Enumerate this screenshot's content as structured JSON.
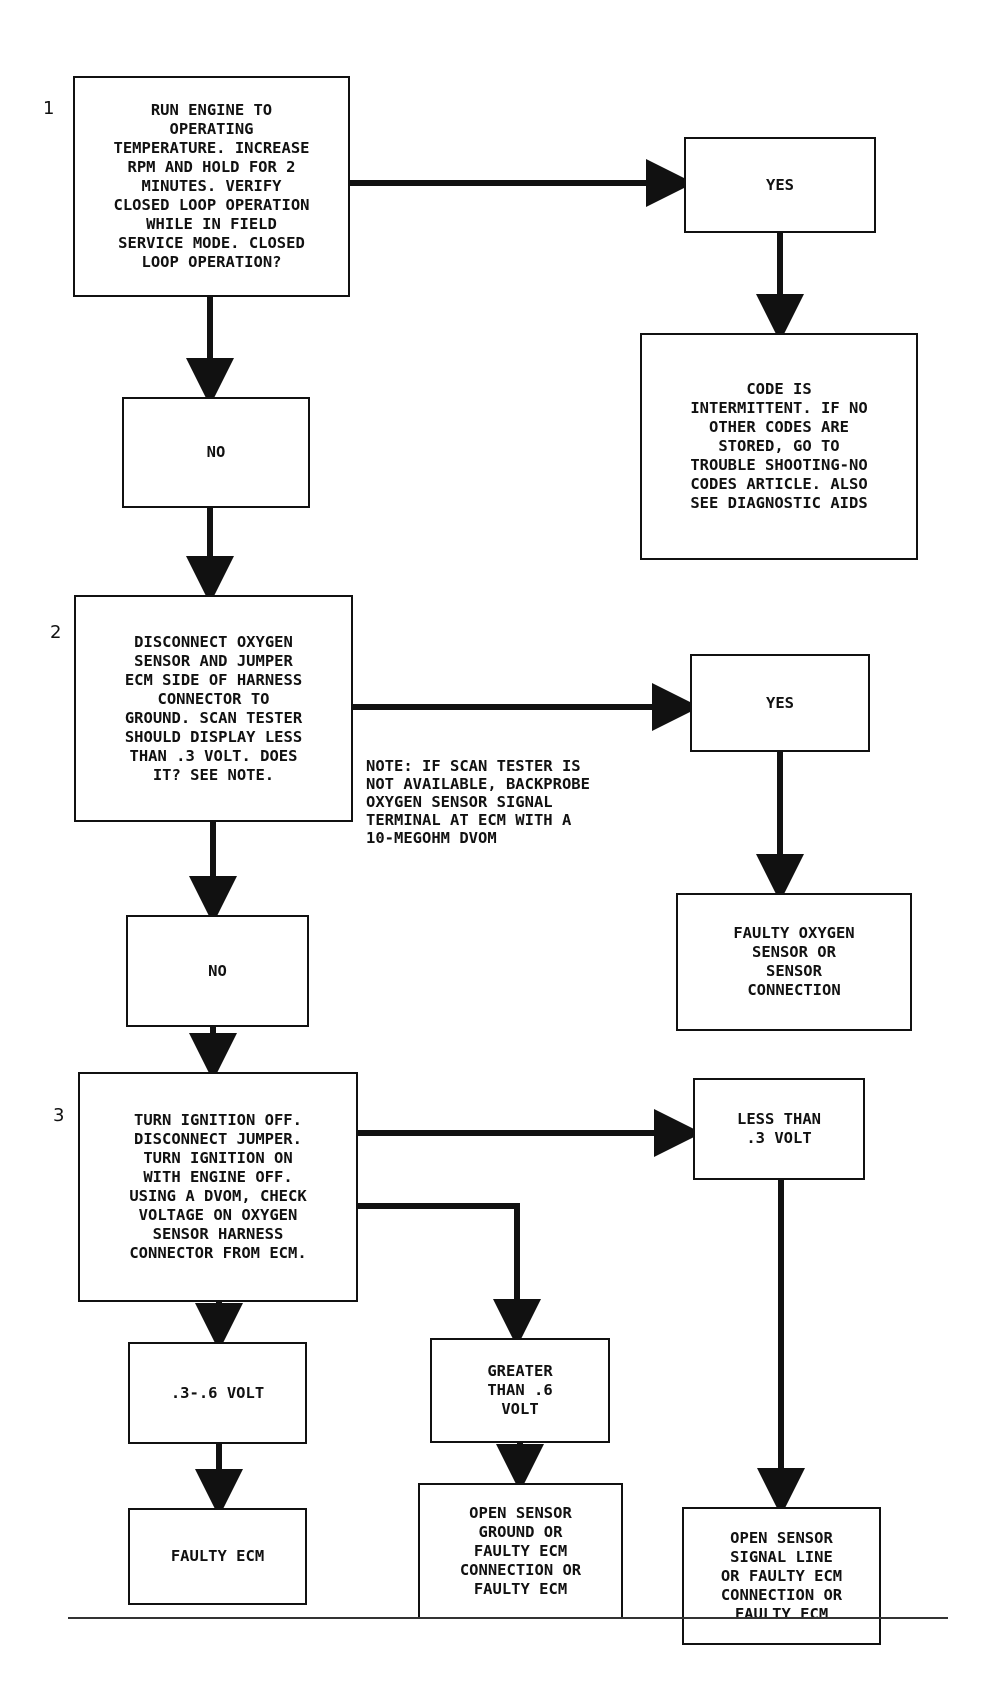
{
  "steps": {
    "step1": "1",
    "step2": "2",
    "step3": "3"
  },
  "nodes": {
    "q1": "RUN ENGINE TO\nOPERATING\nTEMPERATURE. INCREASE\nRPM AND HOLD FOR 2\nMINUTES. VERIFY\nCLOSED LOOP OPERATION\nWHILE IN FIELD\nSERVICE MODE. CLOSED\nLOOP OPERATION?",
    "yes1": "YES",
    "r1": "CODE IS\nINTERMITTENT. IF NO\nOTHER CODES ARE\nSTORED, GO TO\nTROUBLE SHOOTING-NO\nCODES ARTICLE. ALSO\nSEE DIAGNOSTIC AIDS",
    "no1": "NO",
    "q2": "DISCONNECT OXYGEN\nSENSOR AND JUMPER\nECM SIDE OF HARNESS\nCONNECTOR TO\nGROUND. SCAN TESTER\nSHOULD DISPLAY LESS\nTHAN .3 VOLT. DOES\nIT? SEE NOTE.",
    "yes2": "YES",
    "r2": "FAULTY OXYGEN\nSENSOR OR\nSENSOR\nCONNECTION",
    "no2": "NO",
    "q3": "TURN IGNITION OFF.\nDISCONNECT JUMPER.\nTURN IGNITION ON\nWITH ENGINE OFF.\nUSING A DVOM, CHECK\nVOLTAGE ON OXYGEN\nSENSOR HARNESS\nCONNECTOR FROM ECM.",
    "lt3": "LESS THAN\n.3 VOLT",
    "mid": ".3-.6 VOLT",
    "gt6": "GREATER\nTHAN .6\nVOLT",
    "r_ecm": "FAULTY ECM",
    "r_ground": "OPEN SENSOR\nGROUND OR\nFAULTY ECM\nCONNECTION OR\nFAULTY ECM",
    "r_signal": "OPEN SENSOR\nSIGNAL LINE\nOR FAULTY ECM\nCONNECTION OR\nFAULTY ECM"
  },
  "note": "NOTE: IF SCAN TESTER IS\nNOT AVAILABLE, BACKPROBE\nOXYGEN SENSOR SIGNAL\nTERMINAL AT ECM WITH A\n10-MEGOHM DVOM",
  "colors": {
    "line": "#111111",
    "background": "#ffffff"
  }
}
